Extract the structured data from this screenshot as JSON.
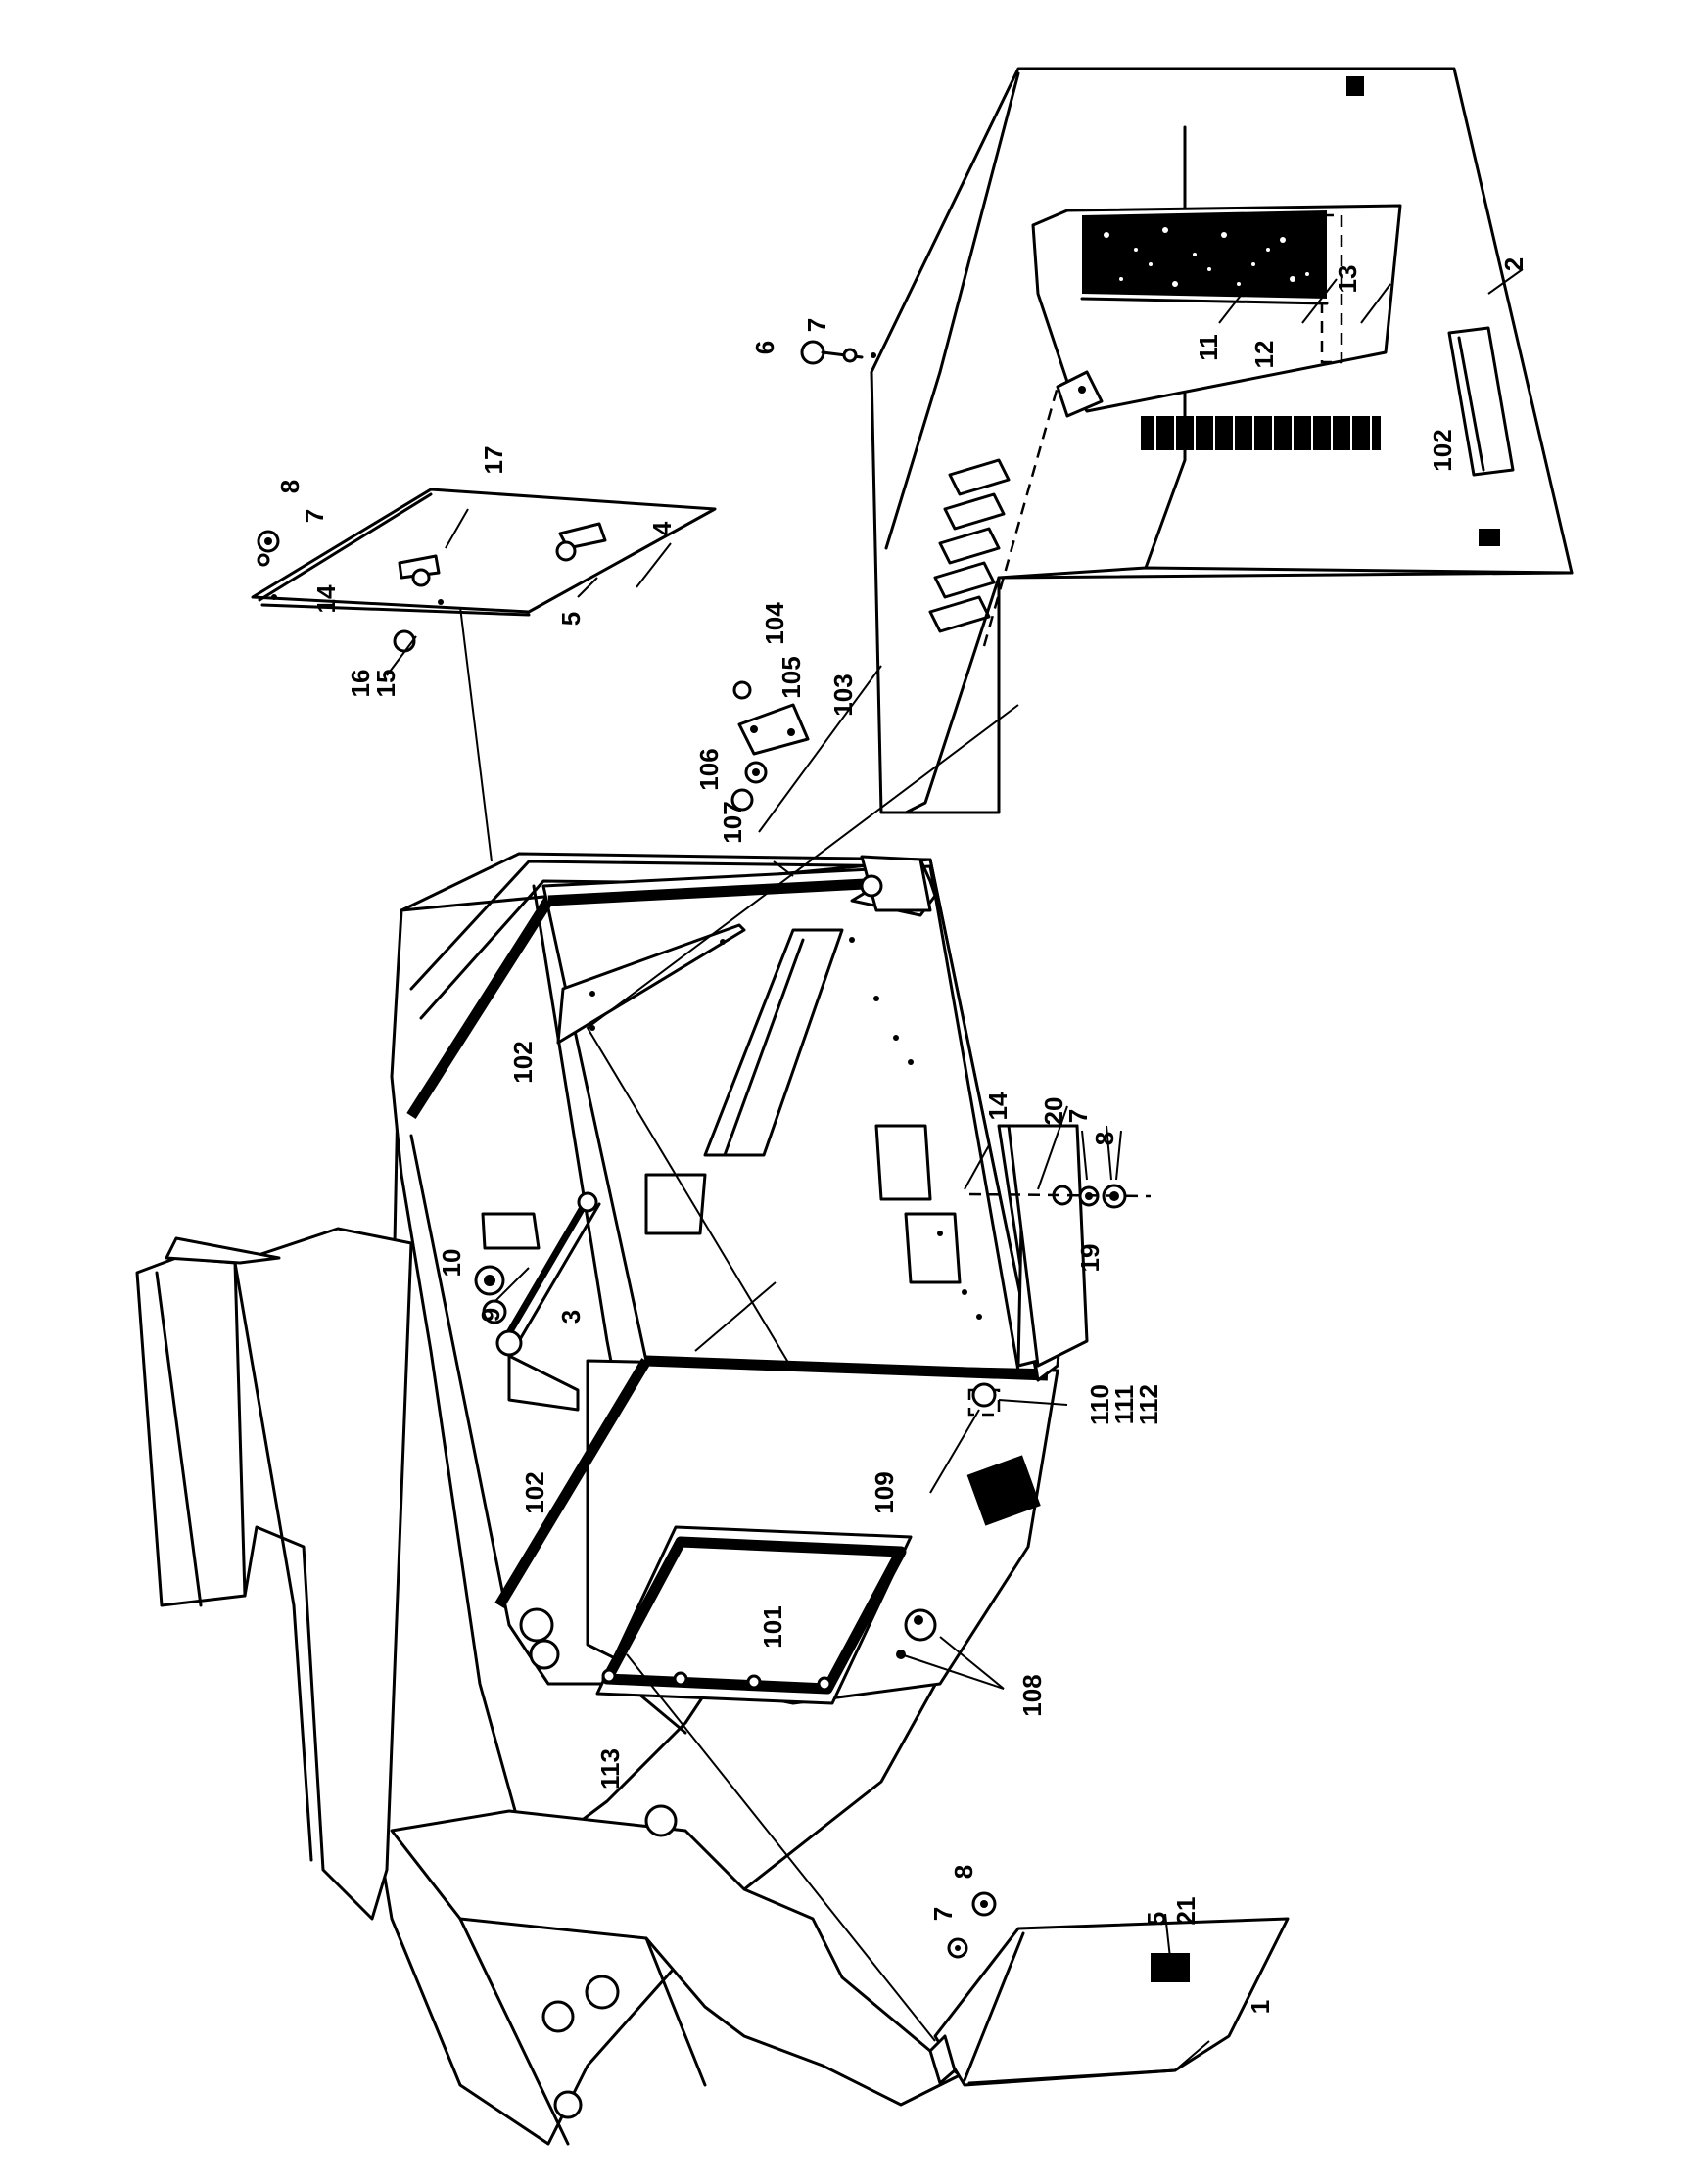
{
  "title": "",
  "callouts": [
    {
      "id": "c1",
      "text": "1"
    },
    {
      "id": "c2",
      "text": "2"
    },
    {
      "id": "c3",
      "text": "3"
    },
    {
      "id": "c4",
      "text": "4"
    },
    {
      "id": "c5a",
      "text": "5"
    },
    {
      "id": "c5b",
      "text": "5"
    },
    {
      "id": "c6",
      "text": "6"
    },
    {
      "id": "c7a",
      "text": "7"
    },
    {
      "id": "c7b",
      "text": "7"
    },
    {
      "id": "c7c",
      "text": "7"
    },
    {
      "id": "c7d",
      "text": "7"
    },
    {
      "id": "c8a",
      "text": "8"
    },
    {
      "id": "c8b",
      "text": "8"
    },
    {
      "id": "c8c",
      "text": "8"
    },
    {
      "id": "c9",
      "text": "9"
    },
    {
      "id": "c10",
      "text": "10"
    },
    {
      "id": "c11",
      "text": "11"
    },
    {
      "id": "c12",
      "text": "12"
    },
    {
      "id": "c13",
      "text": "13"
    },
    {
      "id": "c14a",
      "text": "14"
    },
    {
      "id": "c14b",
      "text": "14"
    },
    {
      "id": "c15",
      "text": "15"
    },
    {
      "id": "c16",
      "text": "16"
    },
    {
      "id": "c17",
      "text": "17"
    },
    {
      "id": "c19",
      "text": "19"
    },
    {
      "id": "c20",
      "text": "20"
    },
    {
      "id": "c21",
      "text": "21"
    },
    {
      "id": "c101",
      "text": "101"
    },
    {
      "id": "c102a",
      "text": "102"
    },
    {
      "id": "c102b",
      "text": "102"
    },
    {
      "id": "c102c",
      "text": "102"
    },
    {
      "id": "c103",
      "text": "103"
    },
    {
      "id": "c104",
      "text": "104"
    },
    {
      "id": "c105",
      "text": "105"
    },
    {
      "id": "c106",
      "text": "106"
    },
    {
      "id": "c107",
      "text": "107"
    },
    {
      "id": "c108",
      "text": "108"
    },
    {
      "id": "c109",
      "text": "109"
    },
    {
      "id": "c110",
      "text": "110"
    },
    {
      "id": "c111",
      "text": "111"
    },
    {
      "id": "c112",
      "text": "112"
    },
    {
      "id": "c113",
      "text": "113"
    }
  ]
}
